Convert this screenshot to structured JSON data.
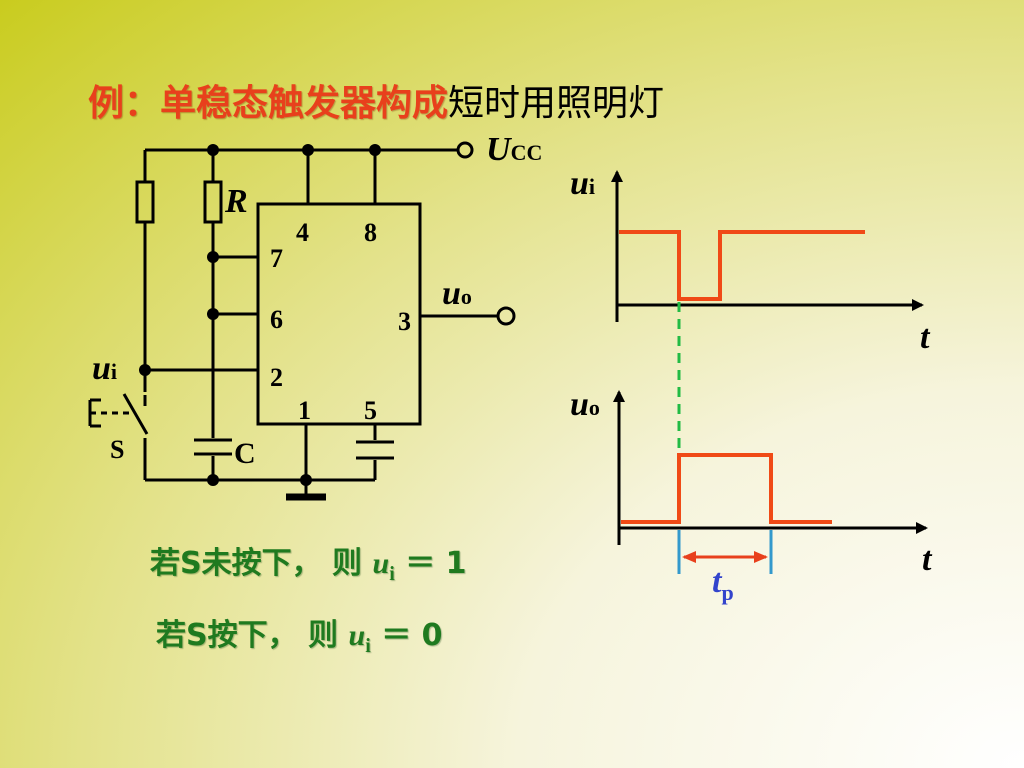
{
  "title": {
    "highlight": "例：单稳态触发器构成",
    "rest": "短时用照明灯"
  },
  "circuit": {
    "supply_main": "U",
    "supply_sub": "CC",
    "resistor_label": "R",
    "capacitor_label": "C",
    "switch_label": "S",
    "input_main": "u",
    "input_sub": "i",
    "output_main": "u",
    "output_sub": "o",
    "pins": {
      "p4": "4",
      "p8": "8",
      "p7": "7",
      "p6": "6",
      "p2": "2",
      "p3": "3",
      "p1": "1",
      "p5": "5"
    }
  },
  "waveform": {
    "ui_axis_main": "u",
    "ui_axis_sub": "i",
    "uo_axis_main": "u",
    "uo_axis_sub": "o",
    "time_label": "t",
    "pulse_width_main": "t",
    "pulse_width_sub": "p",
    "colors": {
      "signal": "#f04a16",
      "guide": "#22bb44",
      "marker": "#3399cc",
      "pulse_label": "#3344cc"
    }
  },
  "notes": {
    "not_pressed_prefix": "若S未按下，  则",
    "not_pressed_var": "u",
    "not_pressed_sub": "i",
    "not_pressed_value": " ＝ 1",
    "pressed_prefix": "若S按下，  则",
    "pressed_var": "u",
    "pressed_sub": "i",
    "pressed_value": " ＝ 0"
  }
}
